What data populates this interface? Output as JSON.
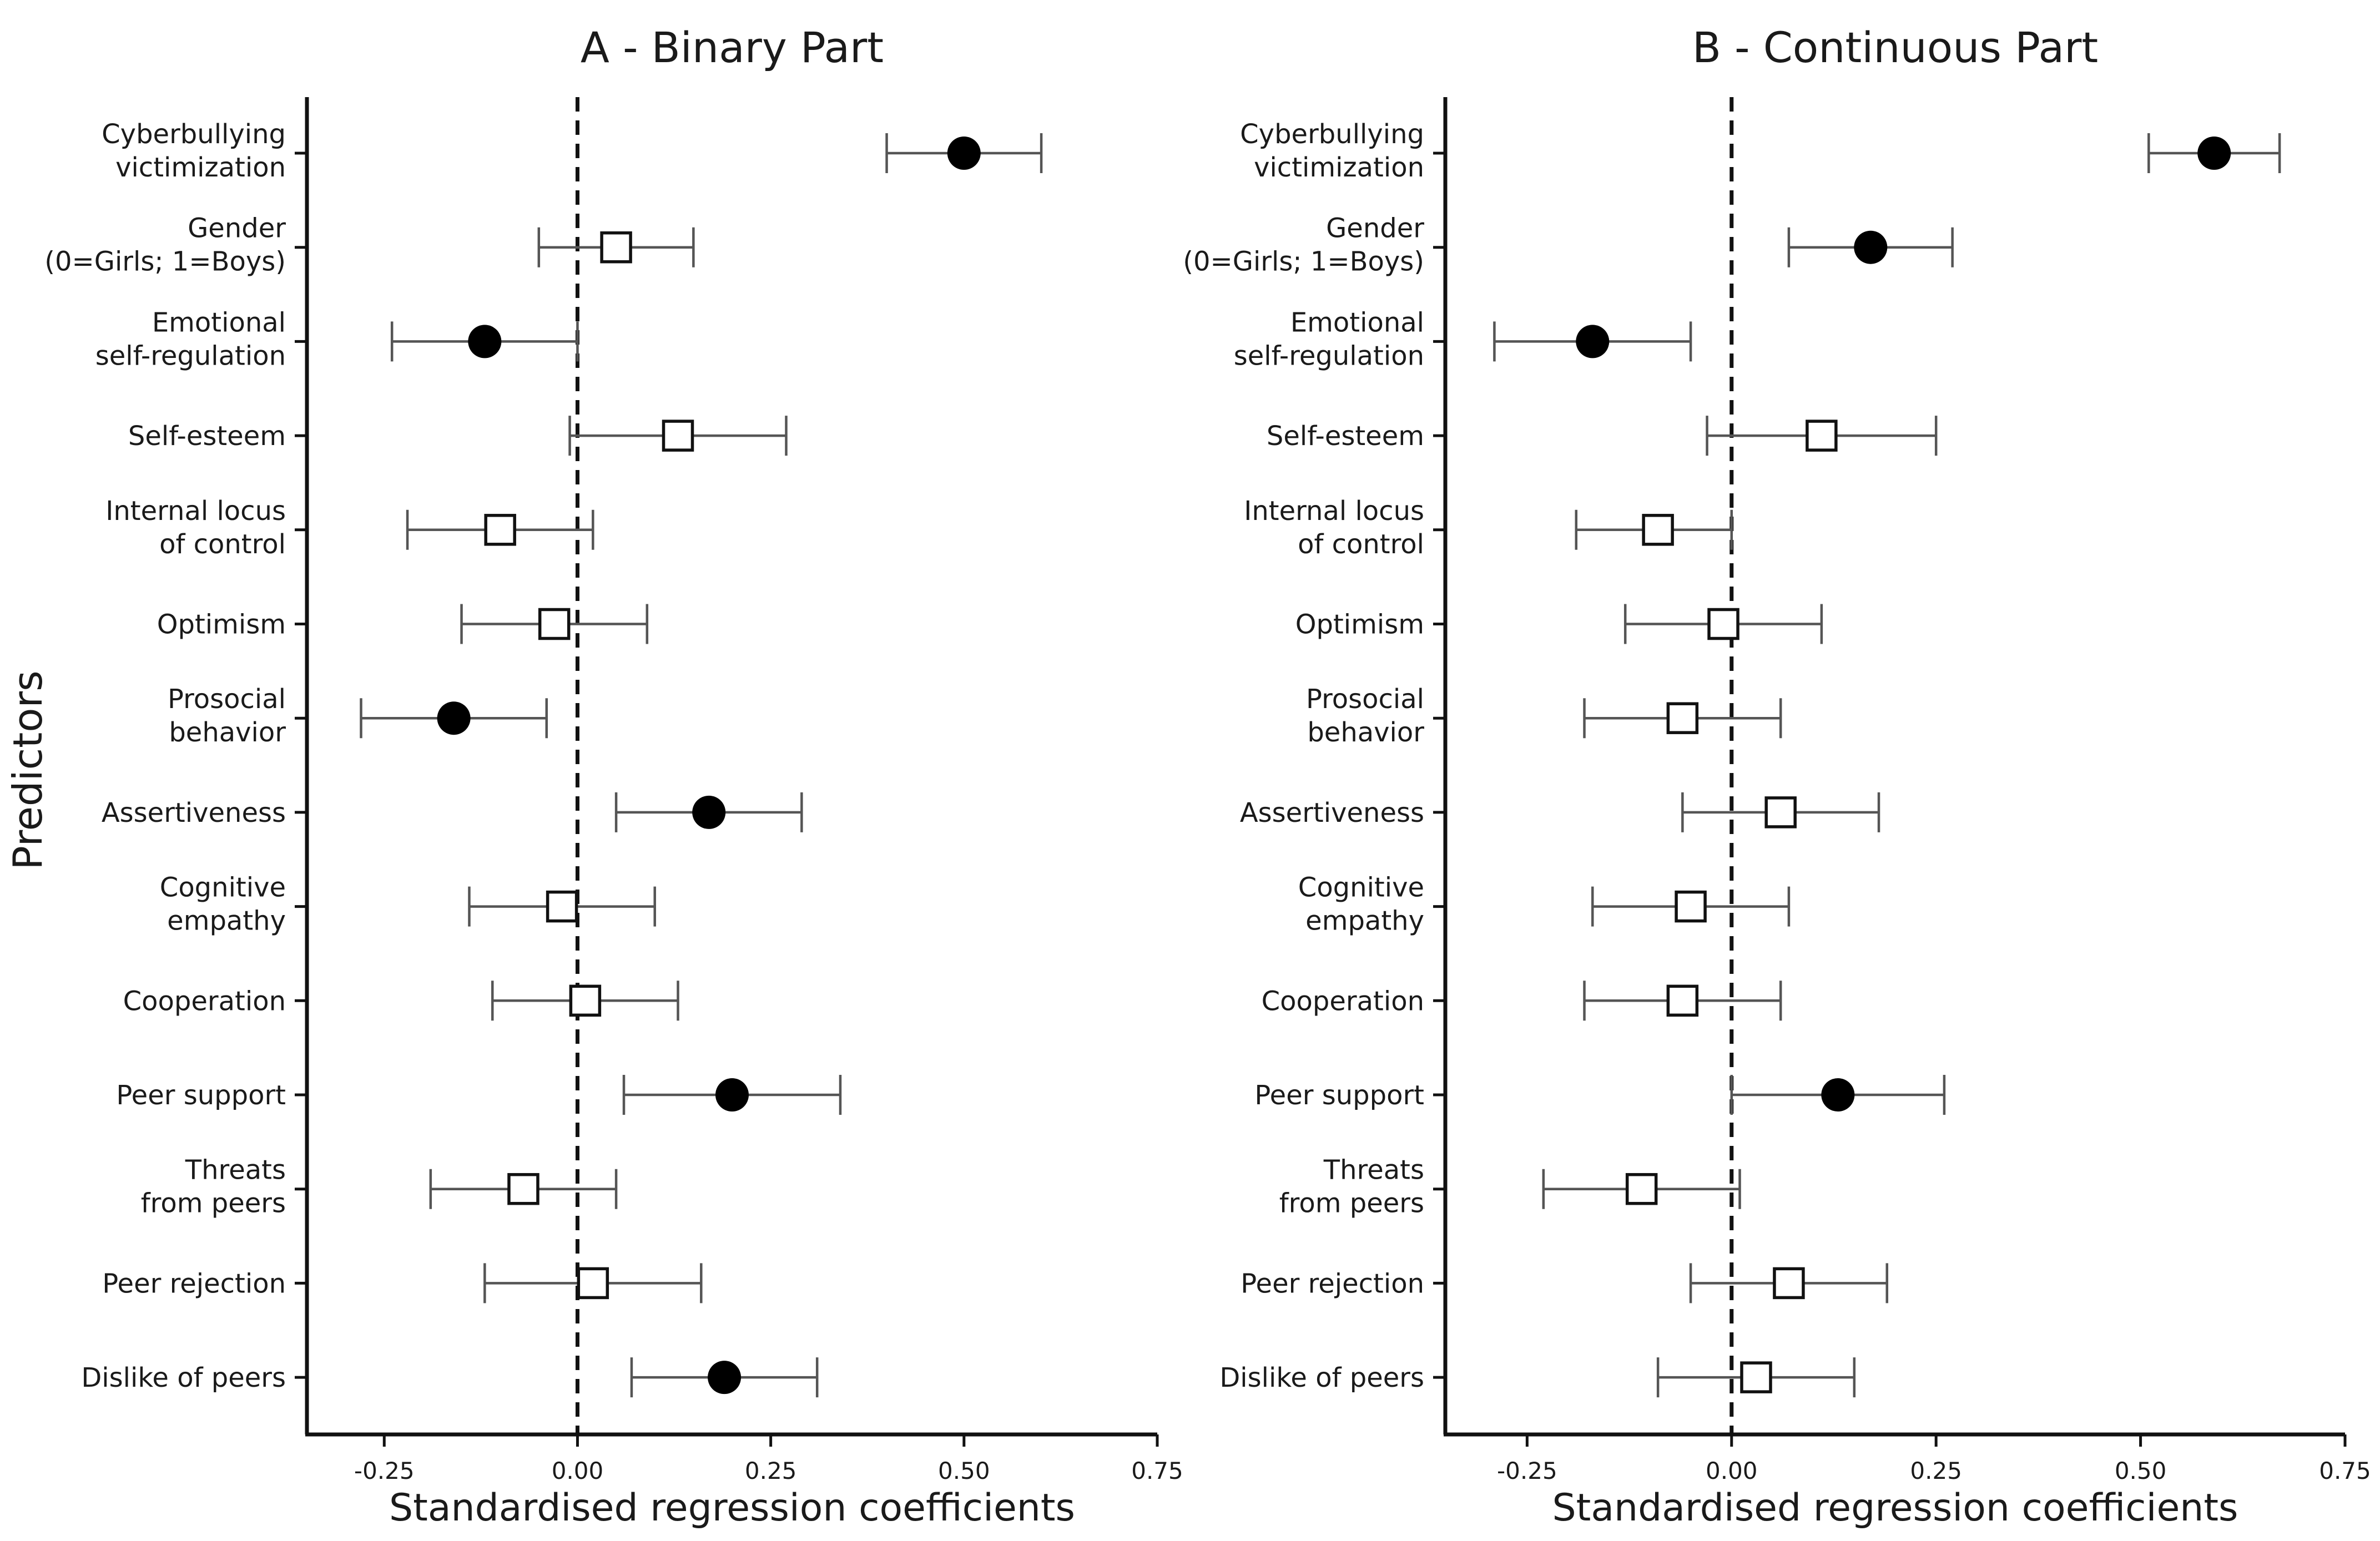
{
  "y_axis_title": "Predictors",
  "chart_data": [
    {
      "type": "scatter",
      "subtype": "coefficient-plot",
      "title": "A - Binary Part",
      "xlabel": "Standardised regression coefficients",
      "xlim": [
        -0.35,
        0.75
      ],
      "xticks": [
        -0.25,
        0.0,
        0.25,
        0.5,
        0.75
      ],
      "xtick_labels": [
        "-0.25",
        "0.00",
        "0.25",
        "0.50",
        "0.75"
      ],
      "reference_line_x": 0,
      "grid": false,
      "predictors": [
        {
          "label": [
            "Cyberbullying",
            "victimization"
          ],
          "estimate": 0.5,
          "lower": 0.4,
          "upper": 0.6,
          "significant": true
        },
        {
          "label": [
            "Gender",
            "(0=Girls; 1=Boys)"
          ],
          "estimate": 0.05,
          "lower": -0.05,
          "upper": 0.15,
          "significant": false
        },
        {
          "label": [
            "Emotional",
            "self-regulation"
          ],
          "estimate": -0.12,
          "lower": -0.24,
          "upper": 0.0,
          "significant": true
        },
        {
          "label": [
            "Self-esteem"
          ],
          "estimate": 0.13,
          "lower": -0.01,
          "upper": 0.27,
          "significant": false
        },
        {
          "label": [
            "Internal locus",
            "of control"
          ],
          "estimate": -0.1,
          "lower": -0.22,
          "upper": 0.02,
          "significant": false
        },
        {
          "label": [
            "Optimism"
          ],
          "estimate": -0.03,
          "lower": -0.15,
          "upper": 0.09,
          "significant": false
        },
        {
          "label": [
            "Prosocial",
            "behavior"
          ],
          "estimate": -0.16,
          "lower": -0.28,
          "upper": -0.04,
          "significant": true
        },
        {
          "label": [
            "Assertiveness"
          ],
          "estimate": 0.17,
          "lower": 0.05,
          "upper": 0.29,
          "significant": true
        },
        {
          "label": [
            "Cognitive",
            "empathy"
          ],
          "estimate": -0.02,
          "lower": -0.14,
          "upper": 0.1,
          "significant": false
        },
        {
          "label": [
            "Cooperation"
          ],
          "estimate": 0.01,
          "lower": -0.11,
          "upper": 0.13,
          "significant": false
        },
        {
          "label": [
            "Peer support"
          ],
          "estimate": 0.2,
          "lower": 0.06,
          "upper": 0.34,
          "significant": true
        },
        {
          "label": [
            "Threats",
            "from peers"
          ],
          "estimate": -0.07,
          "lower": -0.19,
          "upper": 0.05,
          "significant": false
        },
        {
          "label": [
            "Peer rejection"
          ],
          "estimate": 0.02,
          "lower": -0.12,
          "upper": 0.16,
          "significant": false
        },
        {
          "label": [
            "Dislike of peers"
          ],
          "estimate": 0.19,
          "lower": 0.07,
          "upper": 0.31,
          "significant": true
        }
      ]
    },
    {
      "type": "scatter",
      "subtype": "coefficient-plot",
      "title": "B - Continuous Part",
      "xlabel": "Standardised regression coefficients",
      "xlim": [
        -0.35,
        0.75
      ],
      "xticks": [
        -0.25,
        0.0,
        0.25,
        0.5,
        0.75
      ],
      "xtick_labels": [
        "-0.25",
        "0.00",
        "0.25",
        "0.50",
        "0.75"
      ],
      "reference_line_x": 0,
      "grid": false,
      "predictors": [
        {
          "label": [
            "Cyberbullying",
            "victimization"
          ],
          "estimate": 0.59,
          "lower": 0.51,
          "upper": 0.67,
          "significant": true
        },
        {
          "label": [
            "Gender",
            "(0=Girls; 1=Boys)"
          ],
          "estimate": 0.17,
          "lower": 0.07,
          "upper": 0.27,
          "significant": true
        },
        {
          "label": [
            "Emotional",
            "self-regulation"
          ],
          "estimate": -0.17,
          "lower": -0.29,
          "upper": -0.05,
          "significant": true
        },
        {
          "label": [
            "Self-esteem"
          ],
          "estimate": 0.11,
          "lower": -0.03,
          "upper": 0.25,
          "significant": false
        },
        {
          "label": [
            "Internal locus",
            "of control"
          ],
          "estimate": -0.09,
          "lower": -0.19,
          "upper": 0.0,
          "significant": false
        },
        {
          "label": [
            "Optimism"
          ],
          "estimate": -0.01,
          "lower": -0.13,
          "upper": 0.11,
          "significant": false
        },
        {
          "label": [
            "Prosocial",
            "behavior"
          ],
          "estimate": -0.06,
          "lower": -0.18,
          "upper": 0.06,
          "significant": false
        },
        {
          "label": [
            "Assertiveness"
          ],
          "estimate": 0.06,
          "lower": -0.06,
          "upper": 0.18,
          "significant": false
        },
        {
          "label": [
            "Cognitive",
            "empathy"
          ],
          "estimate": -0.05,
          "lower": -0.17,
          "upper": 0.07,
          "significant": false
        },
        {
          "label": [
            "Cooperation"
          ],
          "estimate": -0.06,
          "lower": -0.18,
          "upper": 0.06,
          "significant": false
        },
        {
          "label": [
            "Peer support"
          ],
          "estimate": 0.13,
          "lower": 0.0,
          "upper": 0.26,
          "significant": true
        },
        {
          "label": [
            "Threats",
            "from peers"
          ],
          "estimate": -0.11,
          "lower": -0.23,
          "upper": 0.01,
          "significant": false
        },
        {
          "label": [
            "Peer rejection"
          ],
          "estimate": 0.07,
          "lower": -0.05,
          "upper": 0.19,
          "significant": false
        },
        {
          "label": [
            "Dislike of peers"
          ],
          "estimate": 0.03,
          "lower": -0.09,
          "upper": 0.15,
          "significant": false
        }
      ]
    }
  ]
}
